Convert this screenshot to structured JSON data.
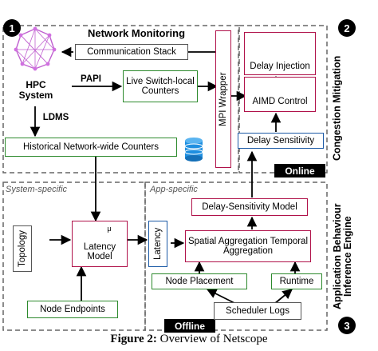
{
  "sections": {
    "top_left_number": "1",
    "top_right_number": "2",
    "bottom_right_number": "3",
    "network_monitoring_title": "Network Monitoring",
    "congestion_mitigation_title": "Congestion Mitigation",
    "app_behaviour_title": "Application Behaviour Inference Engine",
    "online_label": "Online",
    "offline_label": "Offline",
    "system_specific_label": "System-specific",
    "app_specific_label": "App-specific"
  },
  "nodes": {
    "communication_stack": "Communication Stack",
    "hpc_system": "HPC System",
    "papi": "PAPI",
    "ldms": "LDMS",
    "live_counters": "Live Switch-local Counters",
    "mpi_wrapper": "MPI Wrapper",
    "historical_counters": "Historical Network-wide Counters",
    "delay_injection": "Delay Injection",
    "aimd_control": "AIMD Control",
    "delay_sensitivity": "Delay Sensitivity",
    "delay_sensitivity_model": "Delay-Sensitivity Model",
    "topology": "Topology",
    "latency_model": "Latency Model",
    "latency": "Latency",
    "spatial_temporal": "Spatial Aggregation Temporal Aggregation",
    "node_placement": "Node Placement",
    "runtime": "Runtime",
    "node_endpoints": "Node Endpoints",
    "scheduler_logs": "Scheduler Logs",
    "mu_symbol": "μ"
  },
  "caption": {
    "figure_label": "Figure 2:",
    "text": "Overview of Netscope"
  },
  "colors": {
    "green": "#2d8a2d",
    "red": "#b0124a",
    "blue": "#1c5aa6",
    "gray": "#555555",
    "db_blue": "#1f8fe0"
  }
}
